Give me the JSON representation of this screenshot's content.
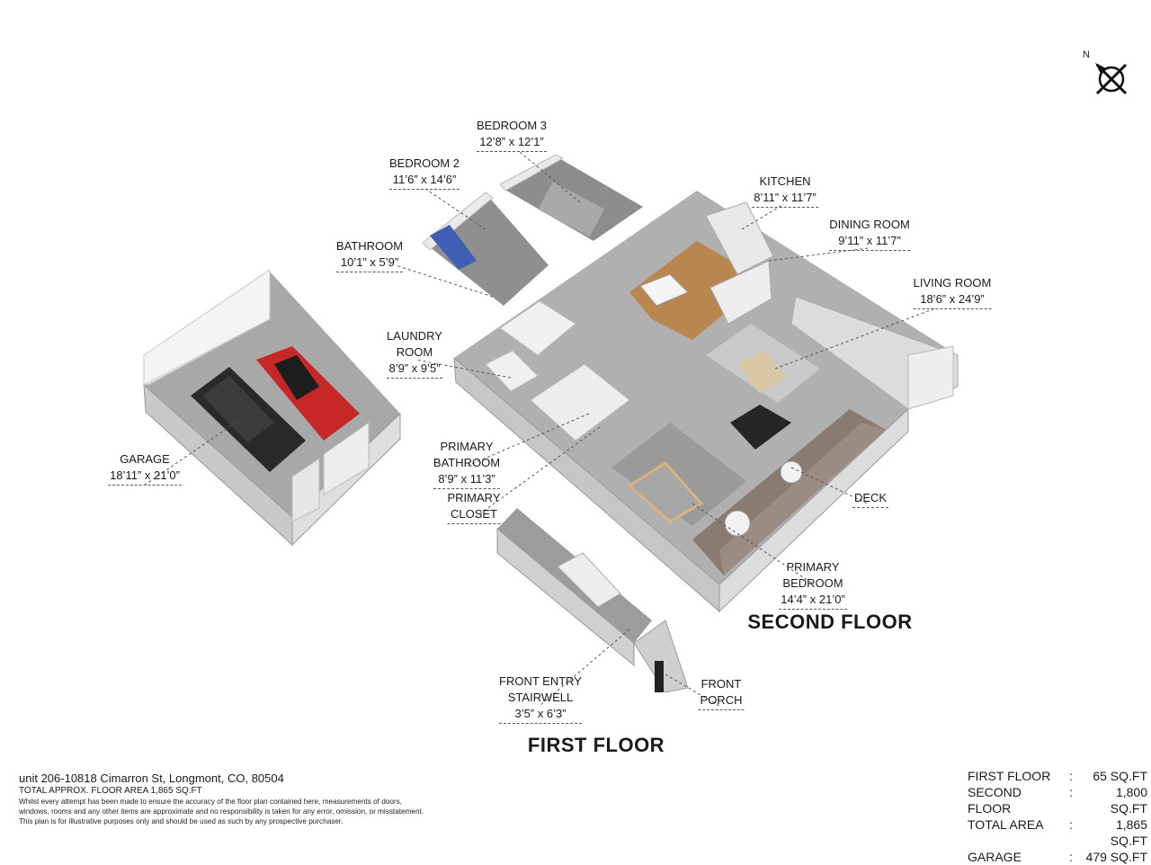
{
  "compass": {
    "label": "N"
  },
  "rooms": [
    {
      "id": "bedroom-3",
      "name": "BEDROOM 3",
      "dims": "12’8” x 12’1”"
    },
    {
      "id": "bedroom-2",
      "name": "BEDROOM 2",
      "dims": "11’6” x 14’6”"
    },
    {
      "id": "kitchen",
      "name": "KITCHEN",
      "dims": "8’11” x 11’7”"
    },
    {
      "id": "dining-room",
      "name": "DINING ROOM",
      "dims": "9’11” x 11’7”"
    },
    {
      "id": "bathroom",
      "name": "BATHROOM",
      "dims": "10’1” x 5’9”"
    },
    {
      "id": "living-room",
      "name": "LIVING ROOM",
      "dims": "18’6” x 24’9”"
    },
    {
      "id": "laundry-room",
      "name": "LAUNDRY\nROOM",
      "dims": "8’9” x 9’5”"
    },
    {
      "id": "garage",
      "name": "GARAGE",
      "dims": "18’11” x 21’0”"
    },
    {
      "id": "primary-bathroom",
      "name": "PRIMARY\nBATHROOM",
      "dims": "8’9” x 11’3”"
    },
    {
      "id": "primary-closet",
      "name": "PRIMARY",
      "dims": "CLOSET"
    },
    {
      "id": "deck",
      "name": "DECK",
      "dims": ""
    },
    {
      "id": "primary-bedroom",
      "name": "PRIMARY\nBEDROOM",
      "dims": "14’4” x 21’0”"
    },
    {
      "id": "front-entry-stairwell",
      "name": "FRONT ENTRY\nSTAIRWELL",
      "dims": "3’5” x 6’3”"
    },
    {
      "id": "front-porch",
      "name": "FRONT",
      "dims": "PORCH"
    }
  ],
  "floors": {
    "second": "SECOND FLOOR",
    "first": "FIRST FLOOR"
  },
  "footer": {
    "address": "unit 206-10818 Cimarron St, Longmont, CO, 80504",
    "total_area": "TOTAL APPROX. FLOOR AREA 1,865 SQ.FT",
    "disclaimer": [
      "Whilst every attempt has been made to ensure the accuracy of the floor plan contained here, measurements of doors,",
      "windows, rooms and any other items are approximate and no responsibility is taken for any error, omission, or misstatement.",
      "This plan is for illustrative purposes only and should be used as such by any prospective purchaser."
    ]
  },
  "areas": [
    {
      "label": "FIRST FLOOR",
      "sep": ":",
      "value": "65 SQ.FT"
    },
    {
      "label": "SECOND FLOOR",
      "sep": ":",
      "value": "1,800 SQ.FT"
    },
    {
      "label": "TOTAL AREA",
      "sep": ":",
      "value": "1,865 SQ.FT"
    },
    {
      "label": "GARAGE",
      "sep": ":",
      "value": "479 SQ.FT"
    }
  ],
  "colors": {
    "wall": "#e9e9e9",
    "wall_side": "#bdbdbd",
    "floor_gray": "#9a9a9a",
    "wood": "#b8864e",
    "car_red": "#c62828",
    "car_black": "#2a2a2a"
  }
}
